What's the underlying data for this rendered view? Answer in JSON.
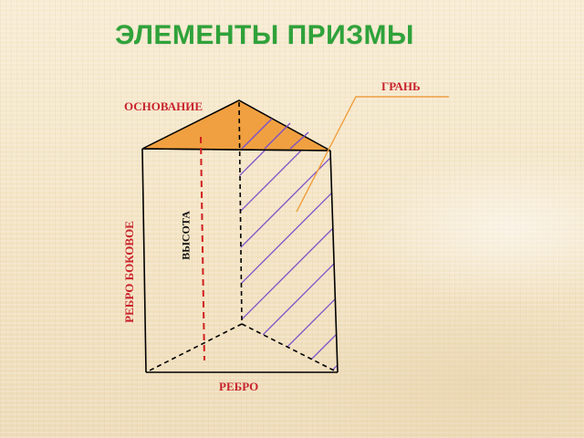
{
  "slide": {
    "title": "ЭЛЕМЕНТЫ ПРИЗМЫ"
  },
  "labels": {
    "base": "ОСНОВАНИЕ",
    "face": "ГРАНЬ",
    "height": "ВЫСОТА",
    "lateral_edge": "РЕБРО БОКОВОЕ",
    "edge": "РЕБРО"
  },
  "colors": {
    "title": "#2fa23a",
    "label": "#c8232c",
    "base_fill": "#f0a040",
    "hatch": "#7a4fc9",
    "height_line": "#d11f1f",
    "face_pointer": "#f0a040",
    "edges": "#000000"
  }
}
